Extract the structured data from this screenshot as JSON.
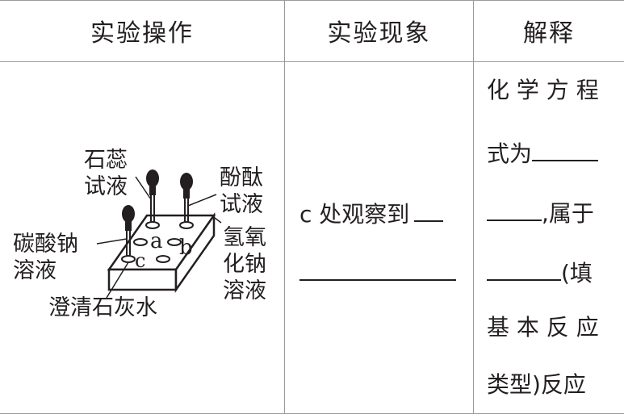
{
  "headers": {
    "operation": "实验操作",
    "phenomenon": "实验现象",
    "explanation": "解释"
  },
  "diagram": {
    "litmus_line1": "石蕊",
    "litmus_line2": "试液",
    "phenol_line1": "酚酞",
    "phenol_line2": "试液",
    "carbonate_line1": "碳酸钠",
    "carbonate_line2": "溶液",
    "naoh_line1": "氢氧",
    "naoh_line2": "化钠",
    "naoh_line3": "溶液",
    "limewater": "澄清石灰水",
    "well_a": "a",
    "well_b": "b",
    "well_c": "c"
  },
  "phenomenon": {
    "line1": "c 处观察到"
  },
  "explanation": {
    "line1": "化 学 方 程",
    "line2": "式为",
    "line3": ",属于",
    "line4": "(填",
    "line5": "基 本 反 应",
    "line6": "类型)反应"
  }
}
